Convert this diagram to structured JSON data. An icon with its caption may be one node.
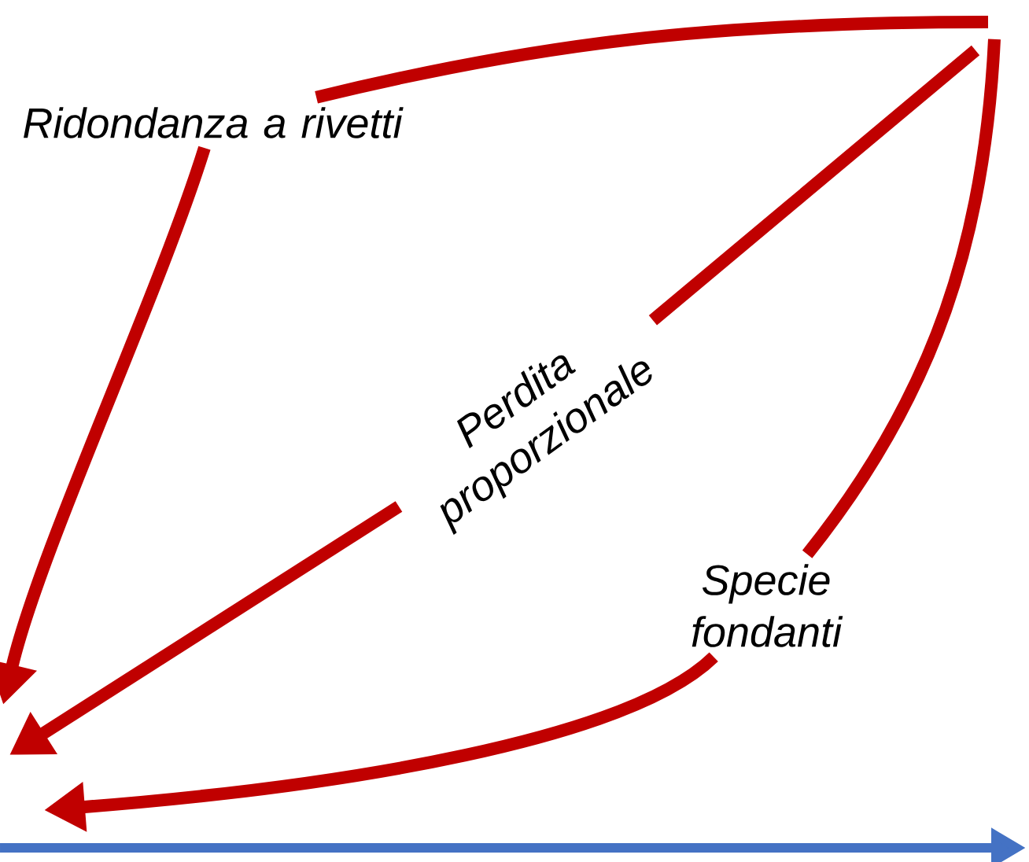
{
  "diagram": {
    "nodes": [
      {
        "text": [
          "Ridondanza a rivetti"
        ]
      },
      {
        "text": [
          "Perdita proporzionale"
        ]
      },
      {
        "text": [
          "Specie fondanti"
        ]
      }
    ],
    "edges": [
      {
        "from": null,
        "to": 0,
        "arrow": "none"
      },
      {
        "from": 0,
        "to": null,
        "arrow": "to"
      },
      {
        "from": null,
        "to": 1,
        "arrow": "none"
      },
      {
        "from": 1,
        "to": null,
        "arrow": "to"
      },
      {
        "from": null,
        "to": 2,
        "arrow": "none"
      },
      {
        "from": 2,
        "to": null,
        "arrow": "to"
      }
    ]
  }
}
